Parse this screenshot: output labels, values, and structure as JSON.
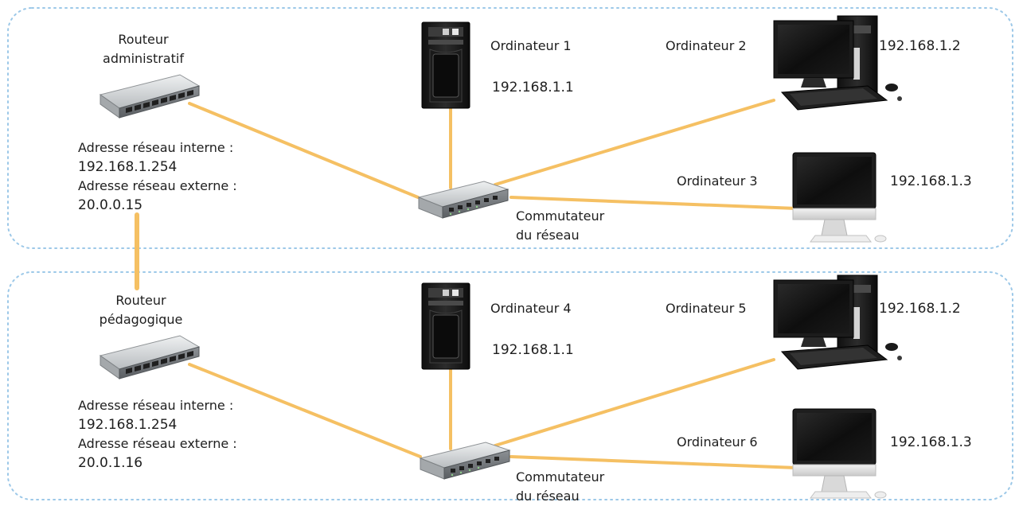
{
  "colors": {
    "link": "#f5c063",
    "zone_border": "#9cc8e8",
    "device_dark": "#1b1b1b",
    "device_metal": "#bfc3c6"
  },
  "networks": [
    {
      "router": {
        "name_line1": "Routeur",
        "name_line2": "administratif",
        "internal_label": "Adresse réseau interne :",
        "internal_ip": "192.168.1.254",
        "external_label": "Adresse réseau externe :",
        "external_ip": "20.0.0.15",
        "icon": "router-icon"
      },
      "switch": {
        "line1": "Commutateur",
        "line2": "du réseau",
        "icon": "switch-icon"
      },
      "computers": [
        {
          "name": "Ordinateur 1",
          "ip": "192.168.1.1",
          "icon": "tower-server-icon"
        },
        {
          "name": "Ordinateur 2",
          "ip": "192.168.1.2",
          "icon": "desktop-computer-icon"
        },
        {
          "name": "Ordinateur 3",
          "ip": "192.168.1.3",
          "icon": "all-in-one-computer-icon"
        }
      ]
    },
    {
      "router": {
        "name_line1": "Routeur",
        "name_line2": "pédagogique",
        "internal_label": "Adresse réseau interne :",
        "internal_ip": "192.168.1.254",
        "external_label": "Adresse réseau externe :",
        "external_ip": "20.0.1.16",
        "icon": "router-icon"
      },
      "switch": {
        "line1": "Commutateur",
        "line2": "du réseau",
        "icon": "switch-icon"
      },
      "computers": [
        {
          "name": "Ordinateur 4",
          "ip": "192.168.1.1",
          "icon": "tower-server-icon"
        },
        {
          "name": "Ordinateur 5",
          "ip": "192.168.1.2",
          "icon": "desktop-computer-icon"
        },
        {
          "name": "Ordinateur 6",
          "ip": "192.168.1.3",
          "icon": "all-in-one-computer-icon"
        }
      ]
    }
  ]
}
